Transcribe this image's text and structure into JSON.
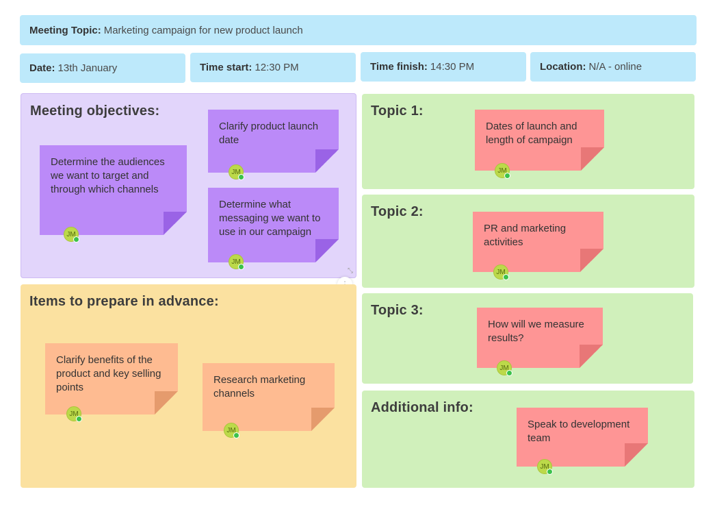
{
  "header": {
    "topic_label": "Meeting Topic:",
    "topic_value": "Marketing campaign for new product launch",
    "date_label": "Date:",
    "date_value": "13th January",
    "start_label": "Time start:",
    "start_value": "12:30 PM",
    "finish_label": "Time finish:",
    "finish_value": "14:30 PM",
    "location_label": "Location:",
    "location_value": "N/A - online"
  },
  "panels": {
    "objectives": {
      "title": "Meeting objectives:",
      "notes": [
        {
          "text": " Determine the audiences we want to target and through which channels",
          "author": "JM"
        },
        {
          "text": "Clarify product launch date",
          "author": "JM"
        },
        {
          "text": "Determine what messaging we want to use in our campaign",
          "author": "JM"
        }
      ]
    },
    "prepare": {
      "title": "Items to prepare in advance:",
      "notes": [
        {
          "text": "Clarify benefits of the product and key selling points",
          "author": "JM"
        },
        {
          "text": "Research marketing channels",
          "author": "JM"
        }
      ]
    },
    "topic1": {
      "title": "Topic 1:",
      "note": {
        "text": "Dates of launch and length of campaign",
        "author": "JM"
      }
    },
    "topic2": {
      "title": "Topic 2:",
      "note": {
        "text": "PR and marketing activities",
        "author": "JM"
      }
    },
    "topic3": {
      "title": "Topic 3:",
      "note": {
        "text": "How will we measure results?",
        "author": "JM"
      }
    },
    "additional": {
      "title": "Additional info:",
      "note": {
        "text": "Speak to development team",
        "author": "JM"
      }
    }
  },
  "colors": {
    "header_bg": "#bde9fb",
    "objectives_bg": "#e2d5fb",
    "prepare_bg": "#fbe1a0",
    "topic_bg": "#d0f0bb",
    "note_purple": "#bb8af8",
    "note_red": "#fe9595",
    "note_orange": "#febb91",
    "avatar": "#bcd94a"
  },
  "icons": {
    "resize_handle": "vertical-dots-icon",
    "resize_corner": "resize-corner-icon"
  }
}
